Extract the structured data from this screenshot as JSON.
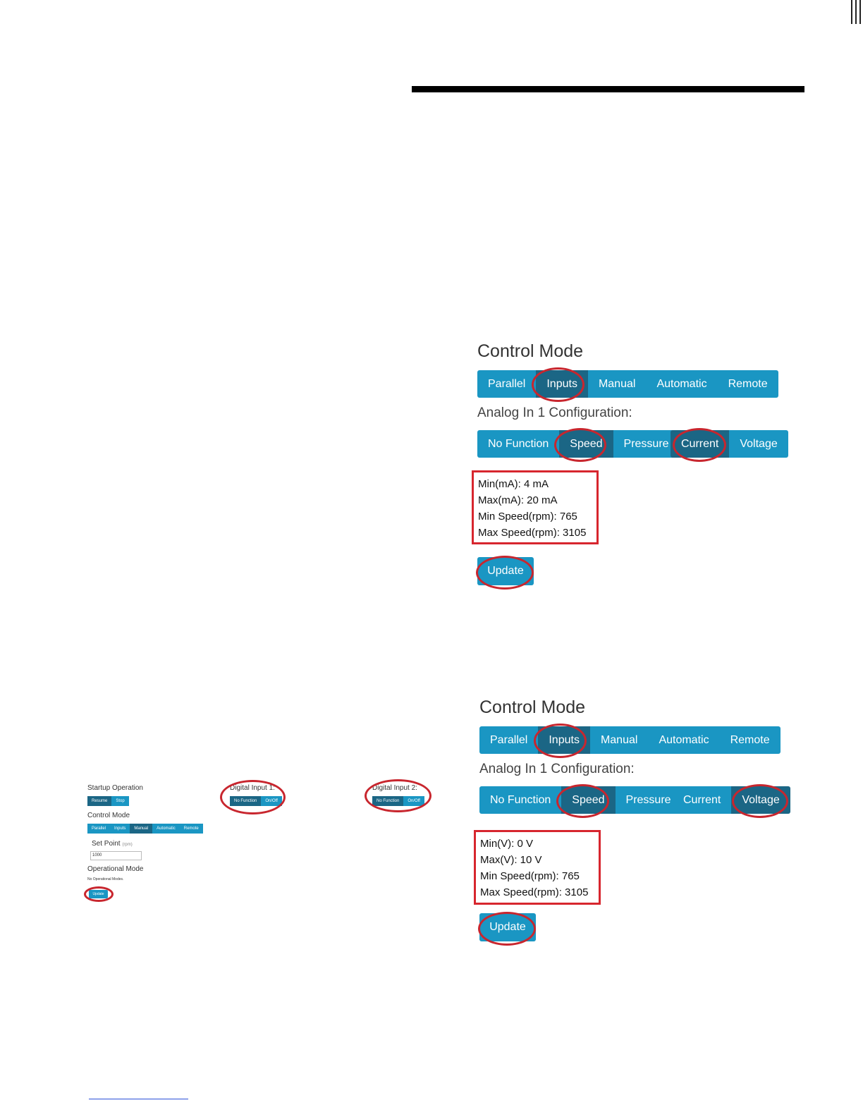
{
  "panel_current": {
    "title": "Control Mode",
    "modes": [
      "Parallel",
      "Inputs",
      "Manual",
      "Automatic",
      "Remote"
    ],
    "active_mode": "Inputs",
    "config_label": "Analog In 1 Configuration:",
    "functions": [
      "No Function",
      "Speed",
      "Pressure"
    ],
    "active_function": "Speed",
    "signal_types": [
      "Current",
      "Voltage"
    ],
    "active_signal": "Current",
    "info": [
      "Min(mA): 4 mA",
      "Max(mA): 20 mA",
      "Min Speed(rpm): 765",
      "Max Speed(rpm): 3105"
    ],
    "update_label": "Update"
  },
  "panel_voltage": {
    "title": "Control Mode",
    "modes": [
      "Parallel",
      "Inputs",
      "Manual",
      "Automatic",
      "Remote"
    ],
    "active_mode": "Inputs",
    "config_label": "Analog In 1 Configuration:",
    "functions": [
      "No Function",
      "Speed",
      "Pressure"
    ],
    "active_function": "Speed",
    "signal_types": [
      "Current",
      "Voltage"
    ],
    "active_signal": "Voltage",
    "info": [
      "Min(V): 0 V",
      "Max(V): 10 V",
      "Min Speed(rpm): 765",
      "Max Speed(rpm): 3105"
    ],
    "update_label": "Update"
  },
  "small_screen": {
    "startup_label": "Startup Operation",
    "startup_buttons": [
      "Resume",
      "Stop"
    ],
    "digital_input_1_label": "Digital Input 1:",
    "digital_input_1_buttons": [
      "No Function",
      "On/Off"
    ],
    "digital_input_2_label": "Digital Input 2:",
    "digital_input_2_buttons": [
      "No Function",
      "On/Off"
    ],
    "control_mode_label": "Control Mode",
    "control_mode_buttons": [
      "Parallel",
      "Inputs",
      "Manual",
      "Automatic",
      "Remote"
    ],
    "set_point_label": "Set Point",
    "set_point_unit": "(rpm)",
    "set_point_value": "1000",
    "operational_mode_label": "Operational Mode",
    "operational_mode_note": "No Operational Modes.",
    "update_label": "Update"
  },
  "colors": {
    "button": "#1a96c3",
    "button_active": "#1b6685",
    "highlight": "#d7262e"
  }
}
